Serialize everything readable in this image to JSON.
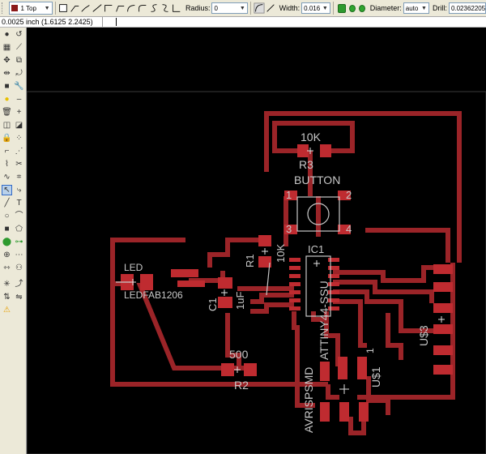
{
  "toolbar": {
    "layer": "1 Top",
    "radius_label": "Radius:",
    "radius_value": "0",
    "width_label": "Width:",
    "width_value": "0.016",
    "diameter_label": "Diameter:",
    "diameter_value": "auto",
    "drill_label": "Drill:",
    "drill_value": "0.02362205"
  },
  "status": {
    "coordinates": "0.0025 inch (1.6125 2.2425)"
  },
  "board": {
    "labels": {
      "r3_value": "10K",
      "r3_name": "R3",
      "button": "BUTTON",
      "btn_pin1": "1",
      "btn_pin2": "2",
      "btn_pin3": "3",
      "btn_pin4": "4",
      "r1_name": "R1",
      "r1_value": "10K",
      "ic_name": "IC1",
      "ic_value": "ATTINY44-SSU",
      "led_name": "LED",
      "led_value": "LEDFAB1206",
      "c1_name": "C1",
      "c1_value": "1uF",
      "r2_value": "500",
      "r2_name": "R2",
      "u3_name": "U$3",
      "u1_name": "U$1",
      "u1_pin": "1",
      "avr_name": "AVRISPSMD"
    }
  },
  "colors": {
    "trace": "#9b2428",
    "pad": "#bf2b30",
    "silkscreen": "#c8c8c8",
    "background": "#000000"
  }
}
